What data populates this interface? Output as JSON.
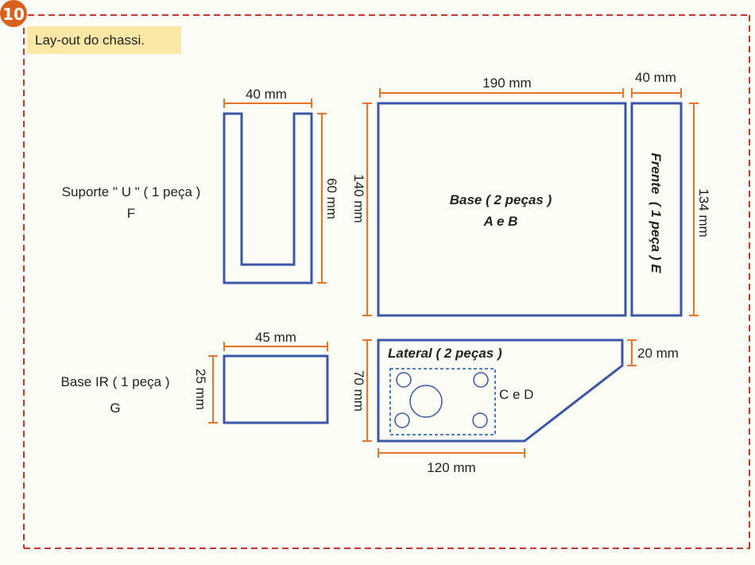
{
  "header": {
    "number": "10",
    "title": "Lay-out do chassi."
  },
  "colors": {
    "accent": "#e8742a",
    "part_stroke": "#3a56a8",
    "banner": "#fbe7a6",
    "border": "#c0392b"
  },
  "parts": {
    "suporte": {
      "label": "Suporte \" U \" ( 1 peça )",
      "letter": "F",
      "width": "40 mm",
      "height": "60 mm"
    },
    "base": {
      "label": "Base ( 2 peças )",
      "letter": "A e B",
      "width": "190 mm",
      "height": "140 mm"
    },
    "frente": {
      "label": "Frente  ( 1 peça ) E",
      "width": "40 mm",
      "height": "134 mm"
    },
    "base_ir": {
      "label": "Base IR ( 1 peça )",
      "letter": "G",
      "width": "45 mm",
      "height": "25 mm"
    },
    "lateral": {
      "label": "Lateral ( 2 peças )",
      "subpart": "C e D",
      "width": "120 mm",
      "height": "70 mm",
      "corner": "20 mm"
    }
  }
}
